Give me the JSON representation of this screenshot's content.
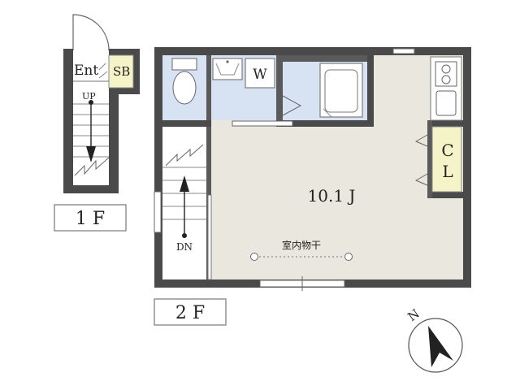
{
  "floor1": {
    "entrance": "Ent",
    "shoebox": "SB",
    "stairs_up": "UP",
    "floor_label": "1 F"
  },
  "floor2": {
    "washer": "W",
    "closet_c": "C",
    "closet_l": "L",
    "room_size": "10.1 J",
    "drying": "室内物干",
    "stairs_down": "DN",
    "floor_label": "2 F"
  },
  "compass": {
    "north": "N"
  },
  "colors": {
    "wall": "#4a4a4a",
    "room": "#eae8de",
    "wet_area": "#d7e3f3",
    "closet": "#f5f3c8",
    "outline": "#555555"
  }
}
